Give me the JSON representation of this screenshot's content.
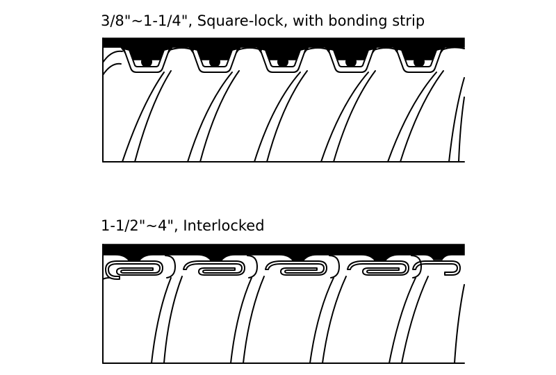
{
  "diagrams": [
    {
      "title": "3/8\"~1-1/4\", Square-lock, with bonding strip",
      "profile": "square-lock",
      "bonding_strip": true
    },
    {
      "title": "1-1/2\"~4\", Interlocked",
      "profile": "interlocked",
      "bonding_strip": false
    }
  ],
  "colors": {
    "ink": "#000000",
    "paper": "#ffffff"
  }
}
